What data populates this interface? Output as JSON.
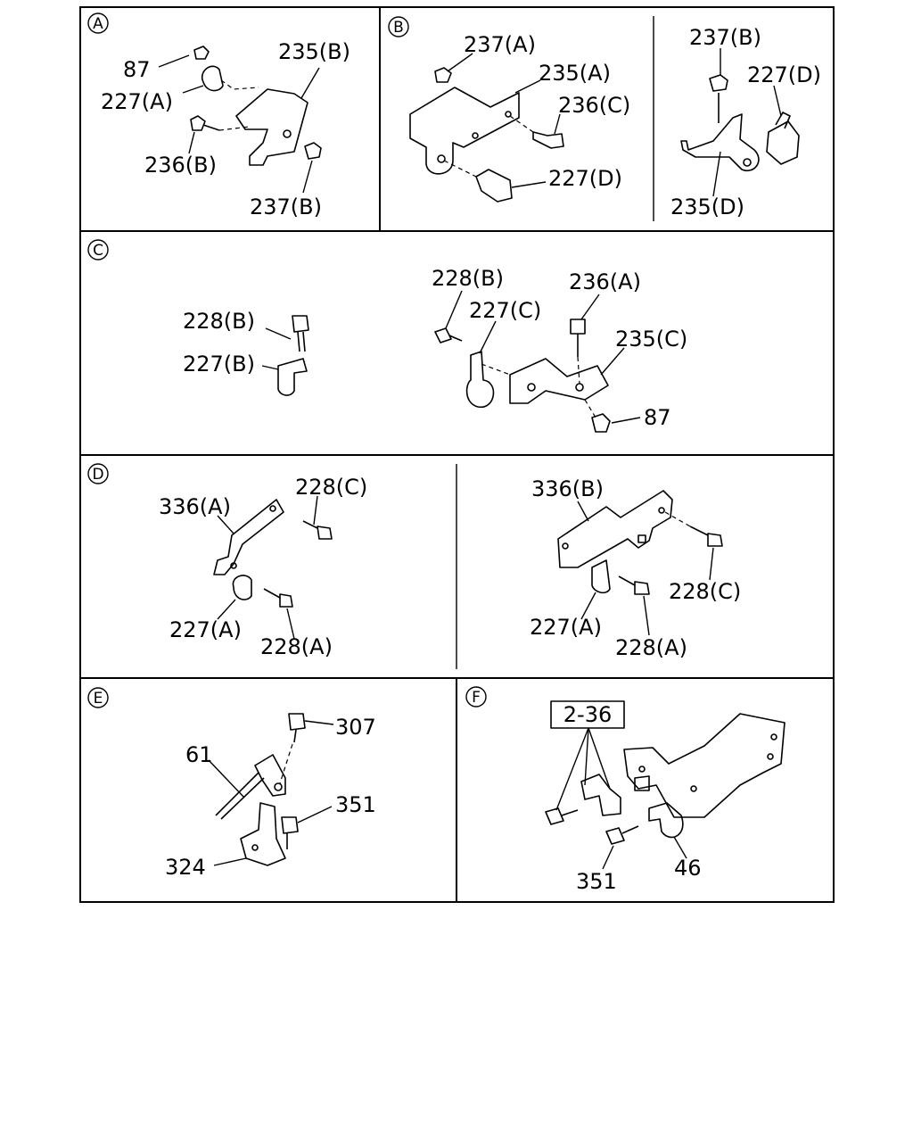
{
  "sections": [
    {
      "id": "A",
      "labels": [
        "87",
        "227(A)",
        "235(B)",
        "236(B)",
        "237(B)"
      ]
    },
    {
      "id": "B",
      "labels": [
        "237(A)",
        "235(A)",
        "236(C)",
        "227(D)",
        "237(B)",
        "227(D)",
        "235(D)"
      ]
    },
    {
      "id": "C",
      "labels": [
        "228(B)",
        "227(B)",
        "228(B)",
        "227(C)",
        "236(A)",
        "235(C)",
        "87"
      ]
    },
    {
      "id": "D",
      "labels": [
        "336(A)",
        "228(C)",
        "227(A)",
        "228(A)",
        "336(B)",
        "228(C)",
        "227(A)",
        "228(A)"
      ]
    },
    {
      "id": "E",
      "labels": [
        "307",
        "61",
        "351",
        "324"
      ]
    },
    {
      "id": "F",
      "labels": [
        "2-36",
        "351",
        "46"
      ]
    }
  ]
}
